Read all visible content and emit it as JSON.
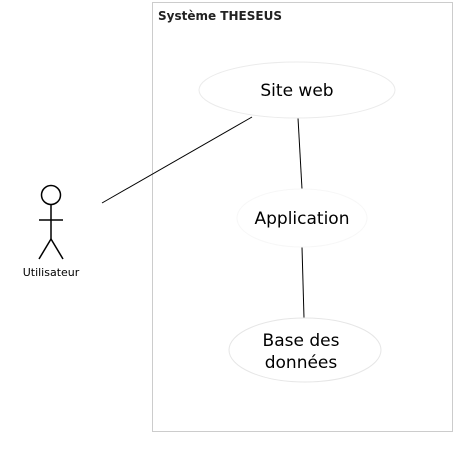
{
  "system": {
    "title": "Système THESEUS"
  },
  "actor": {
    "label": "Utilisateur",
    "icon": "stick-figure-icon"
  },
  "use_cases": {
    "site_web": "Site web",
    "application": "Application",
    "base_line1": "Base des",
    "base_line2": "données"
  },
  "colors": {
    "boundary": "#cccccc",
    "ellipse_border": "#e6e6e6",
    "line": "#000000"
  }
}
